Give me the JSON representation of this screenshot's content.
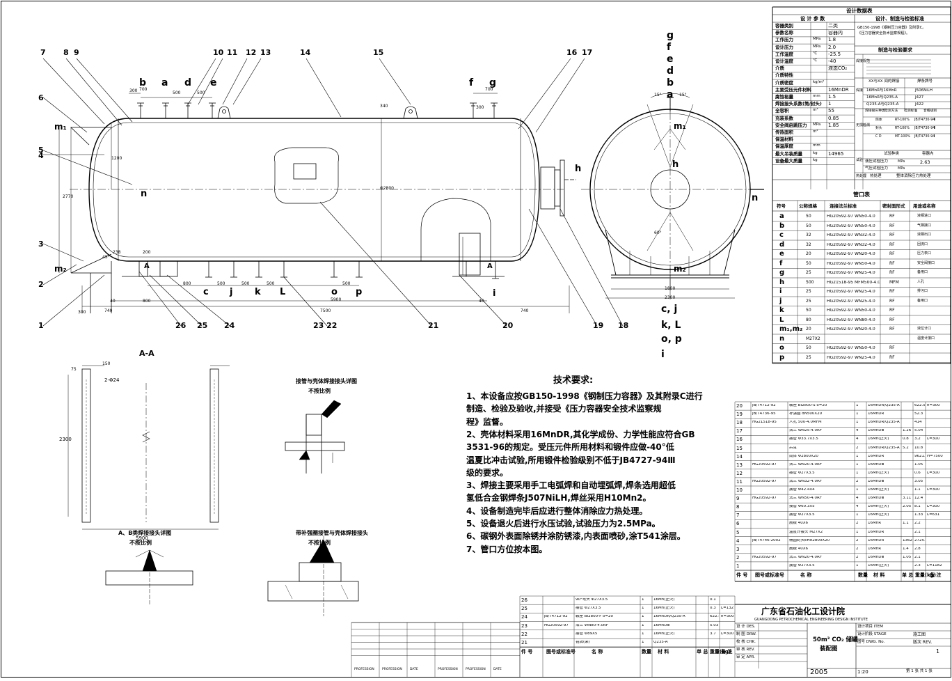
{
  "drawing": {
    "balloons_top": [
      "7",
      "8",
      "9",
      "10",
      "11",
      "12",
      "13",
      "14",
      "15",
      "16",
      "17"
    ],
    "balloons_left": [
      "6",
      "5",
      "4",
      "3",
      "2",
      "1"
    ],
    "balloons_bottom": [
      "26",
      "25",
      "24",
      "23 22",
      "21",
      "20",
      "19",
      "18"
    ],
    "nozzle_top": [
      "b",
      "a",
      "d",
      "e",
      "f",
      "g"
    ],
    "nozzle_bottom": [
      "c",
      "j",
      "k",
      "L",
      "o",
      "p",
      "i"
    ],
    "markers": {
      "m1": "m₁",
      "m2": "m₂",
      "n": "n",
      "h": "h"
    },
    "side_view_stack": [
      "g",
      "f",
      "e",
      "d",
      "b",
      "a"
    ],
    "side_view_bottom": [
      "c, j",
      "k, L",
      "o, p",
      "i"
    ],
    "dims": {
      "d700a": "700",
      "d300": "300",
      "d500a": "500",
      "d500b": "500",
      "d700b": "700",
      "d300b": "300",
      "d1200": "1200",
      "d2770": "2770",
      "d2800": "Φ2800",
      "d340": "340",
      "d238": "238",
      "d200": "200",
      "d800": "800",
      "d500c": "500",
      "d500d": "500",
      "d500e": "500",
      "d500f": "500",
      "d5900": "5900",
      "d7500": "7500",
      "d740a": "740",
      "d740b": "740",
      "d300c": "300",
      "d40a": "40",
      "d40b": "40",
      "d800b": "800",
      "d1800": "1800",
      "d2300": "2300",
      "a45": "45°",
      "a60": "60°",
      "a15a": "15°",
      "a15b": "15°"
    },
    "section_label": "A",
    "section_title": "A-A",
    "section_hole": "2-Φ24",
    "section_dims": {
      "w": "5900",
      "h": "2300",
      "t150": "150",
      "t75": "75"
    }
  },
  "details": [
    {
      "title": "接管与壳体焊接接头详图",
      "scale": "不按比例"
    },
    {
      "title": "A、B类焊接接头详图",
      "scale": "不按比例"
    },
    {
      "title": "带补强圈接管与壳体焊接接头",
      "scale": "不按比例"
    }
  ],
  "tech": {
    "title": "技术要求:",
    "lines": [
      "1、本设备应按GB150-1998《钢制压力容器》及其附录C进行",
      "    制造、检验及验收,并接受《压力容器安全技术监察规",
      "    程》监督。",
      "2、壳体材料采用16MnDR,其化学成份、力学性能应符合GB",
      "    3531-96的规定。受压元件所用材料和锻件应做-40°低",
      "    温夏比冲击试验,所用锻件检验级别不低于JB4727-94Ⅲ",
      "    级的要求。",
      "3、焊接主要采用手工电弧焊和自动埋弧焊,焊条选用超低",
      "    氢低合金钢焊条J507NiLH,焊丝采用H10Mn2。",
      "4、设备制造完毕后应进行整体消除应力热处理。",
      "5、设备退火后进行水压试验,试验压力为2.5MPa。",
      "6、碳钢外表面除锈并涂防锈漆,内表面喷砂,涂T541涂层。",
      "7、管口方位按本图。"
    ]
  },
  "design_data": {
    "title": "设计数据表",
    "head_left": "设 计 参 数",
    "head_right": "设计、制造与检验标准",
    "std_text": [
      "GB150-1998《钢制压力容器》及附录C。",
      "《压力容器安全技术监察规程》。"
    ],
    "fab_title": "制造与检验要求",
    "rows": [
      [
        "容器类别",
        "",
        "二类"
      ],
      [
        "参数名称",
        "",
        "容器内"
      ],
      [
        "工作压力",
        "MPa",
        "1.8"
      ],
      [
        "设计压力",
        "MPa",
        "2.0"
      ],
      [
        "工作温度",
        "℃",
        "-25.5"
      ],
      [
        "设计温度",
        "℃",
        "-40"
      ],
      [
        "介质",
        "",
        "液态CO₂"
      ],
      [
        "介质特性",
        "",
        ""
      ],
      [
        "介质密度",
        "kg/m³",
        ""
      ],
      [
        "主要受压元件材料",
        "",
        "16MnDR"
      ],
      [
        "腐蚀裕量",
        "mm",
        "1.5"
      ],
      [
        "焊接接头系数(筒/封头)",
        "",
        "1"
      ],
      [
        "全容积",
        "m³",
        "55"
      ],
      [
        "充装系数",
        "",
        "0.85"
      ],
      [
        "安全阀启跳压力",
        "MPa",
        "1.85"
      ],
      [
        "传热面积",
        "m²",
        ""
      ],
      [
        "保温材料",
        "",
        ""
      ],
      [
        "保温厚度",
        "mm",
        ""
      ],
      [
        "最大吊装质量",
        "kg",
        "14965"
      ],
      [
        "设备最大质量",
        "kg",
        ""
      ]
    ],
    "weld_head": [
      "XX与XX 间的焊接",
      "焊条牌号"
    ],
    "weld_rows": [
      [
        "16MnR与16MnR",
        "J506NiLH"
      ],
      [
        "16MnR与Q235-A",
        "J427"
      ],
      [
        "Q235-A与Q235-A",
        "J422"
      ]
    ],
    "ndt_head": [
      "焊接接头种类",
      "检测方法",
      "检测标准",
      "合格级别"
    ],
    "ndt_rows": [
      [
        "筒体",
        "RT-100%",
        "JB/T4730-94",
        "Ⅱ"
      ],
      [
        "封头",
        "RT-100%",
        "JB/T4730-94",
        "Ⅱ"
      ],
      [
        "C D",
        "MT-100%",
        "JB/T4730-94",
        "Ⅰ"
      ]
    ],
    "test_head": [
      "试验种类",
      "容器内"
    ],
    "test_rows": [
      [
        "液压试验压力",
        "MPa",
        "2.63"
      ],
      [
        "气压试验压力",
        "MPa",
        ""
      ]
    ],
    "heat": [
      "热处理",
      "整体消除应力热处理"
    ],
    "side_labels": [
      "焊接规范",
      "焊接",
      "无损检测",
      "试验",
      "热处理"
    ]
  },
  "nozzle_table": {
    "title": "管口表",
    "headers": [
      "符号",
      "公称规格",
      "连接法兰标准",
      "密封面形式",
      "用途或名称"
    ],
    "rows": [
      [
        "a",
        "50",
        "HG20592-97 WN50-4.0",
        "RF",
        "液相进口"
      ],
      [
        "b",
        "50",
        "HG20592-97 WN50-4.0",
        "RF",
        "气相接口"
      ],
      [
        "c",
        "32",
        "HG20592-97 WN32-4.0",
        "RF",
        "液相出口"
      ],
      [
        "d",
        "32",
        "HG20592-97 WN32-4.0",
        "RF",
        "回流口"
      ],
      [
        "e",
        "20",
        "HG20592-97 WN20-4.0",
        "RF",
        "压力表口"
      ],
      [
        "f",
        "50",
        "HG20592-97 WN50-4.0",
        "RF",
        "安全阀接口"
      ],
      [
        "g",
        "25",
        "HG20592-97 WN25-4.0",
        "RF",
        "备用口"
      ],
      [
        "h",
        "500",
        "HG21518-95 MFM500-4.0",
        "MFM",
        "人孔"
      ],
      [
        "i",
        "25",
        "HG20592-97 WN25-4.0",
        "RF",
        "排污口"
      ],
      [
        "j",
        "25",
        "HG20592-97 WN25-4.0",
        "RF",
        "备用口"
      ],
      [
        "k",
        "50",
        "HG20592-97 WN50-4.0",
        "RF",
        ""
      ],
      [
        "L",
        "80",
        "HG20592-97 WN80-4.0",
        "RF",
        ""
      ],
      [
        "m₁,m₂",
        "20",
        "HG20592-97 WN20-4.0",
        "RF",
        "液位计口"
      ],
      [
        "n",
        "M27X2",
        "",
        "",
        "温度计接口"
      ],
      [
        "o",
        "50",
        "HG20592-97 WN50-4.0",
        "RF",
        ""
      ],
      [
        "p",
        "25",
        "HG20592-97 WN25-4.0",
        "RF",
        ""
      ]
    ]
  },
  "bom_upper": {
    "rows": [
      [
        "20",
        "JB/T4712-92",
        "鞍座 BⅠ2800-S δ=20",
        "1",
        "16MnDR/Q235-A",
        "",
        "622.5",
        "h=300"
      ],
      [
        "19",
        "JB/T4736-95",
        "补强圈 dN500X20",
        "1",
        "16MnDR",
        "",
        "52.3",
        ""
      ],
      [
        "18",
        "HG21518-95",
        "人孔 500-4.0MFM",
        "1",
        "16MnDR/Q235-A",
        "",
        "414",
        ""
      ],
      [
        "17",
        "",
        "法兰 WN25-4.0RF",
        "4",
        "16MnDⅢ",
        "1.26",
        "5.04",
        ""
      ],
      [
        "16",
        "",
        "接管 Φ33.7X3.5",
        "4",
        "16Mn(正火)",
        "0.8",
        "3.2",
        "L=300"
      ],
      [
        "15",
        "",
        "吊耳",
        "2",
        "16MnDR/Q235-A",
        "5.2",
        "10.8",
        ""
      ],
      [
        "14",
        "",
        "筒体 Φ2800X20",
        "1",
        "16MnDR",
        "",
        "9621.8",
        "H=7500"
      ],
      [
        "13",
        "HG20592-97",
        "法兰 WN20-4.0RF",
        "1",
        "16MnDⅢ",
        "",
        "1.05",
        ""
      ],
      [
        "12",
        "",
        "接管 Φ27X3.5",
        "1",
        "16Mn(正火)",
        "",
        "0.6",
        "L=300"
      ],
      [
        "11",
        "HG20592-97",
        "法兰 WN32-4.0RF",
        "2",
        "16MnDⅢ",
        "",
        "3.05",
        ""
      ],
      [
        "10",
        "",
        "接管 Φ42.4X4",
        "1",
        "16Mn(正火)",
        "",
        "1.1",
        "L=300"
      ],
      [
        "9",
        "HG20592-97",
        "法兰 WN50-4.0RF",
        "4",
        "16MnDⅢ",
        "3.11",
        "12.4",
        ""
      ],
      [
        "8",
        "",
        "接管 Φ60.3X5",
        "4",
        "16Mn(正火)",
        "2.05",
        "8.1",
        "L=300"
      ],
      [
        "7",
        "",
        "接管 Φ27X3.5",
        "1",
        "16Mn(正火)",
        "",
        "1.33",
        "L=631"
      ],
      [
        "6",
        "",
        "筋板 40X6",
        "2",
        "16MnR",
        "1.1",
        "2.2",
        ""
      ],
      [
        "5",
        "",
        "温度计接头 M27X2",
        "1",
        "16MnDR",
        "",
        "2.1",
        ""
      ],
      [
        "4",
        "JB/T4746-2002",
        "椭圆封头EHA2800X20",
        "2",
        "16MnDR",
        "1362.6",
        "2725.6",
        ""
      ],
      [
        "3",
        "",
        "筋板 40X6",
        "2",
        "16MnR",
        "1.4",
        "2.8",
        ""
      ],
      [
        "2",
        "HG20592-97",
        "法兰 WN20-4.0RF",
        "2",
        "16MnDⅢ",
        "1.05",
        "2.1",
        ""
      ],
      [
        "1",
        "",
        "接管 Φ27X3.5",
        "1",
        "16Mn(正火)",
        "",
        "2.3",
        "L=1182"
      ]
    ],
    "header": [
      "件 号",
      "图号或标准号",
      "名 称",
      "数量",
      "材 料",
      "单 总 重量(kg)",
      "备 注"
    ]
  },
  "bom_lower": {
    "rows": [
      [
        "26",
        "",
        "90°弯头 Φ27X3.5",
        "1",
        "16Mn(正火)",
        "",
        "0.1",
        ""
      ],
      [
        "25",
        "",
        "接管 Φ27X3.5",
        "1",
        "16Mn(正火)",
        "",
        "0.3",
        "L=132"
      ],
      [
        "24",
        "JB/T4712-92",
        "鞍座 BⅠ2800-F δ=20",
        "1",
        "16MnDR/Q235-A",
        "",
        "622.5",
        "h=300"
      ],
      [
        "23",
        "HG20592-97",
        "法兰 WN80-4.0RF",
        "1",
        "16MnDⅢ",
        "",
        "5.03",
        ""
      ],
      [
        "22",
        "",
        "接管 Φ89X5",
        "1",
        "16Mn(正火)",
        "",
        "3.7",
        "L=300"
      ],
      [
        "21",
        "",
        "铭牌(架)",
        "1",
        "Q235-A",
        "",
        "",
        ""
      ]
    ],
    "header": [
      "件 号",
      "图号或标准号",
      "名 称",
      "数量",
      "材 料",
      "单 总 重量(kg)",
      "备 注"
    ]
  },
  "title_block": {
    "company_cn": "广东省石油化工设计院",
    "company_en": "GUANGDONG PETROCHEMICAL ENGINEERING DESIGN INSTITUTE",
    "drawing_name_1": "50m³ CO₂ 储罐",
    "drawing_name_2": "装配图",
    "left_rows": [
      "设 计 DES.",
      "制 图 DRW.",
      "校 核 CHK.",
      "审 核 REV.",
      "审 定 APR."
    ],
    "right_rows": [
      [
        "设计项目 ITEM",
        ""
      ],
      [
        "设计阶段 STAGE",
        "施工图"
      ],
      [
        "图号 DWG. No.",
        "版次 REV."
      ]
    ],
    "rev": "1",
    "year": "2005",
    "scale": "1:20",
    "sheet": "第 1 张 共 1 张"
  },
  "revision_strip": [
    "PROFESSION",
    "PROFESSION",
    "DATE",
    "PROFESSION",
    "PROFESSION",
    "DATE"
  ]
}
